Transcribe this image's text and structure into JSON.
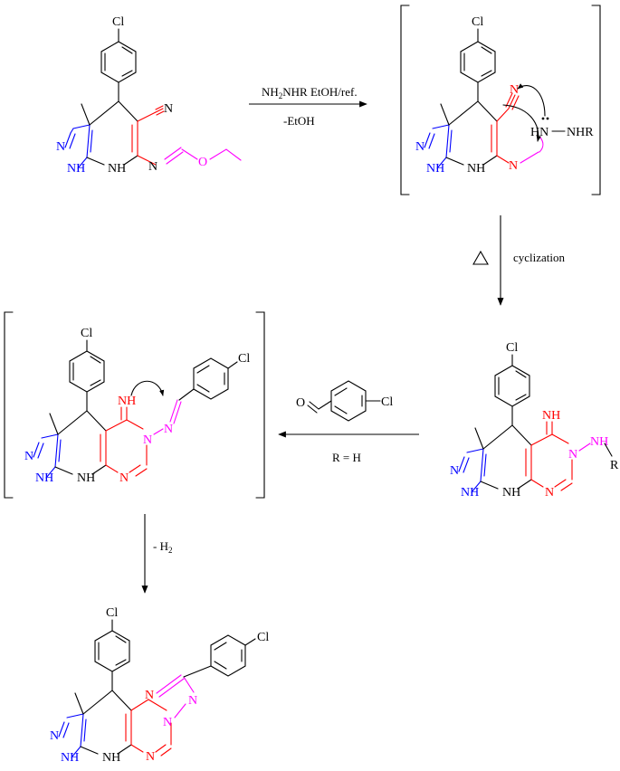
{
  "colors": {
    "pyrazole_ring": "#0000ff",
    "pyrimidine_ring": "#ff0000",
    "substituent": "#ff00ff",
    "default": "#000000"
  },
  "atoms": {
    "cl": "Cl",
    "n": "N",
    "nh": "NH",
    "hn": "HN",
    "h": "H",
    "o": "O",
    "nh_hydrazine": "NH",
    "nhr": "NHR",
    "imine_nh": "NH",
    "r": "R"
  },
  "arrows": {
    "step1_reagent": "NH2NHR EtOH/ref.",
    "step1_reagent_parts": {
      "a": "NH",
      "sub": "2",
      "b": "NHR EtOH/ref."
    },
    "step1_byproduct": "-EtOH",
    "step2_condition": "cyclization",
    "step3_condition": "R = H",
    "step4_condition": "- H2",
    "step4_parts": {
      "a": "- H",
      "sub": "2"
    }
  }
}
